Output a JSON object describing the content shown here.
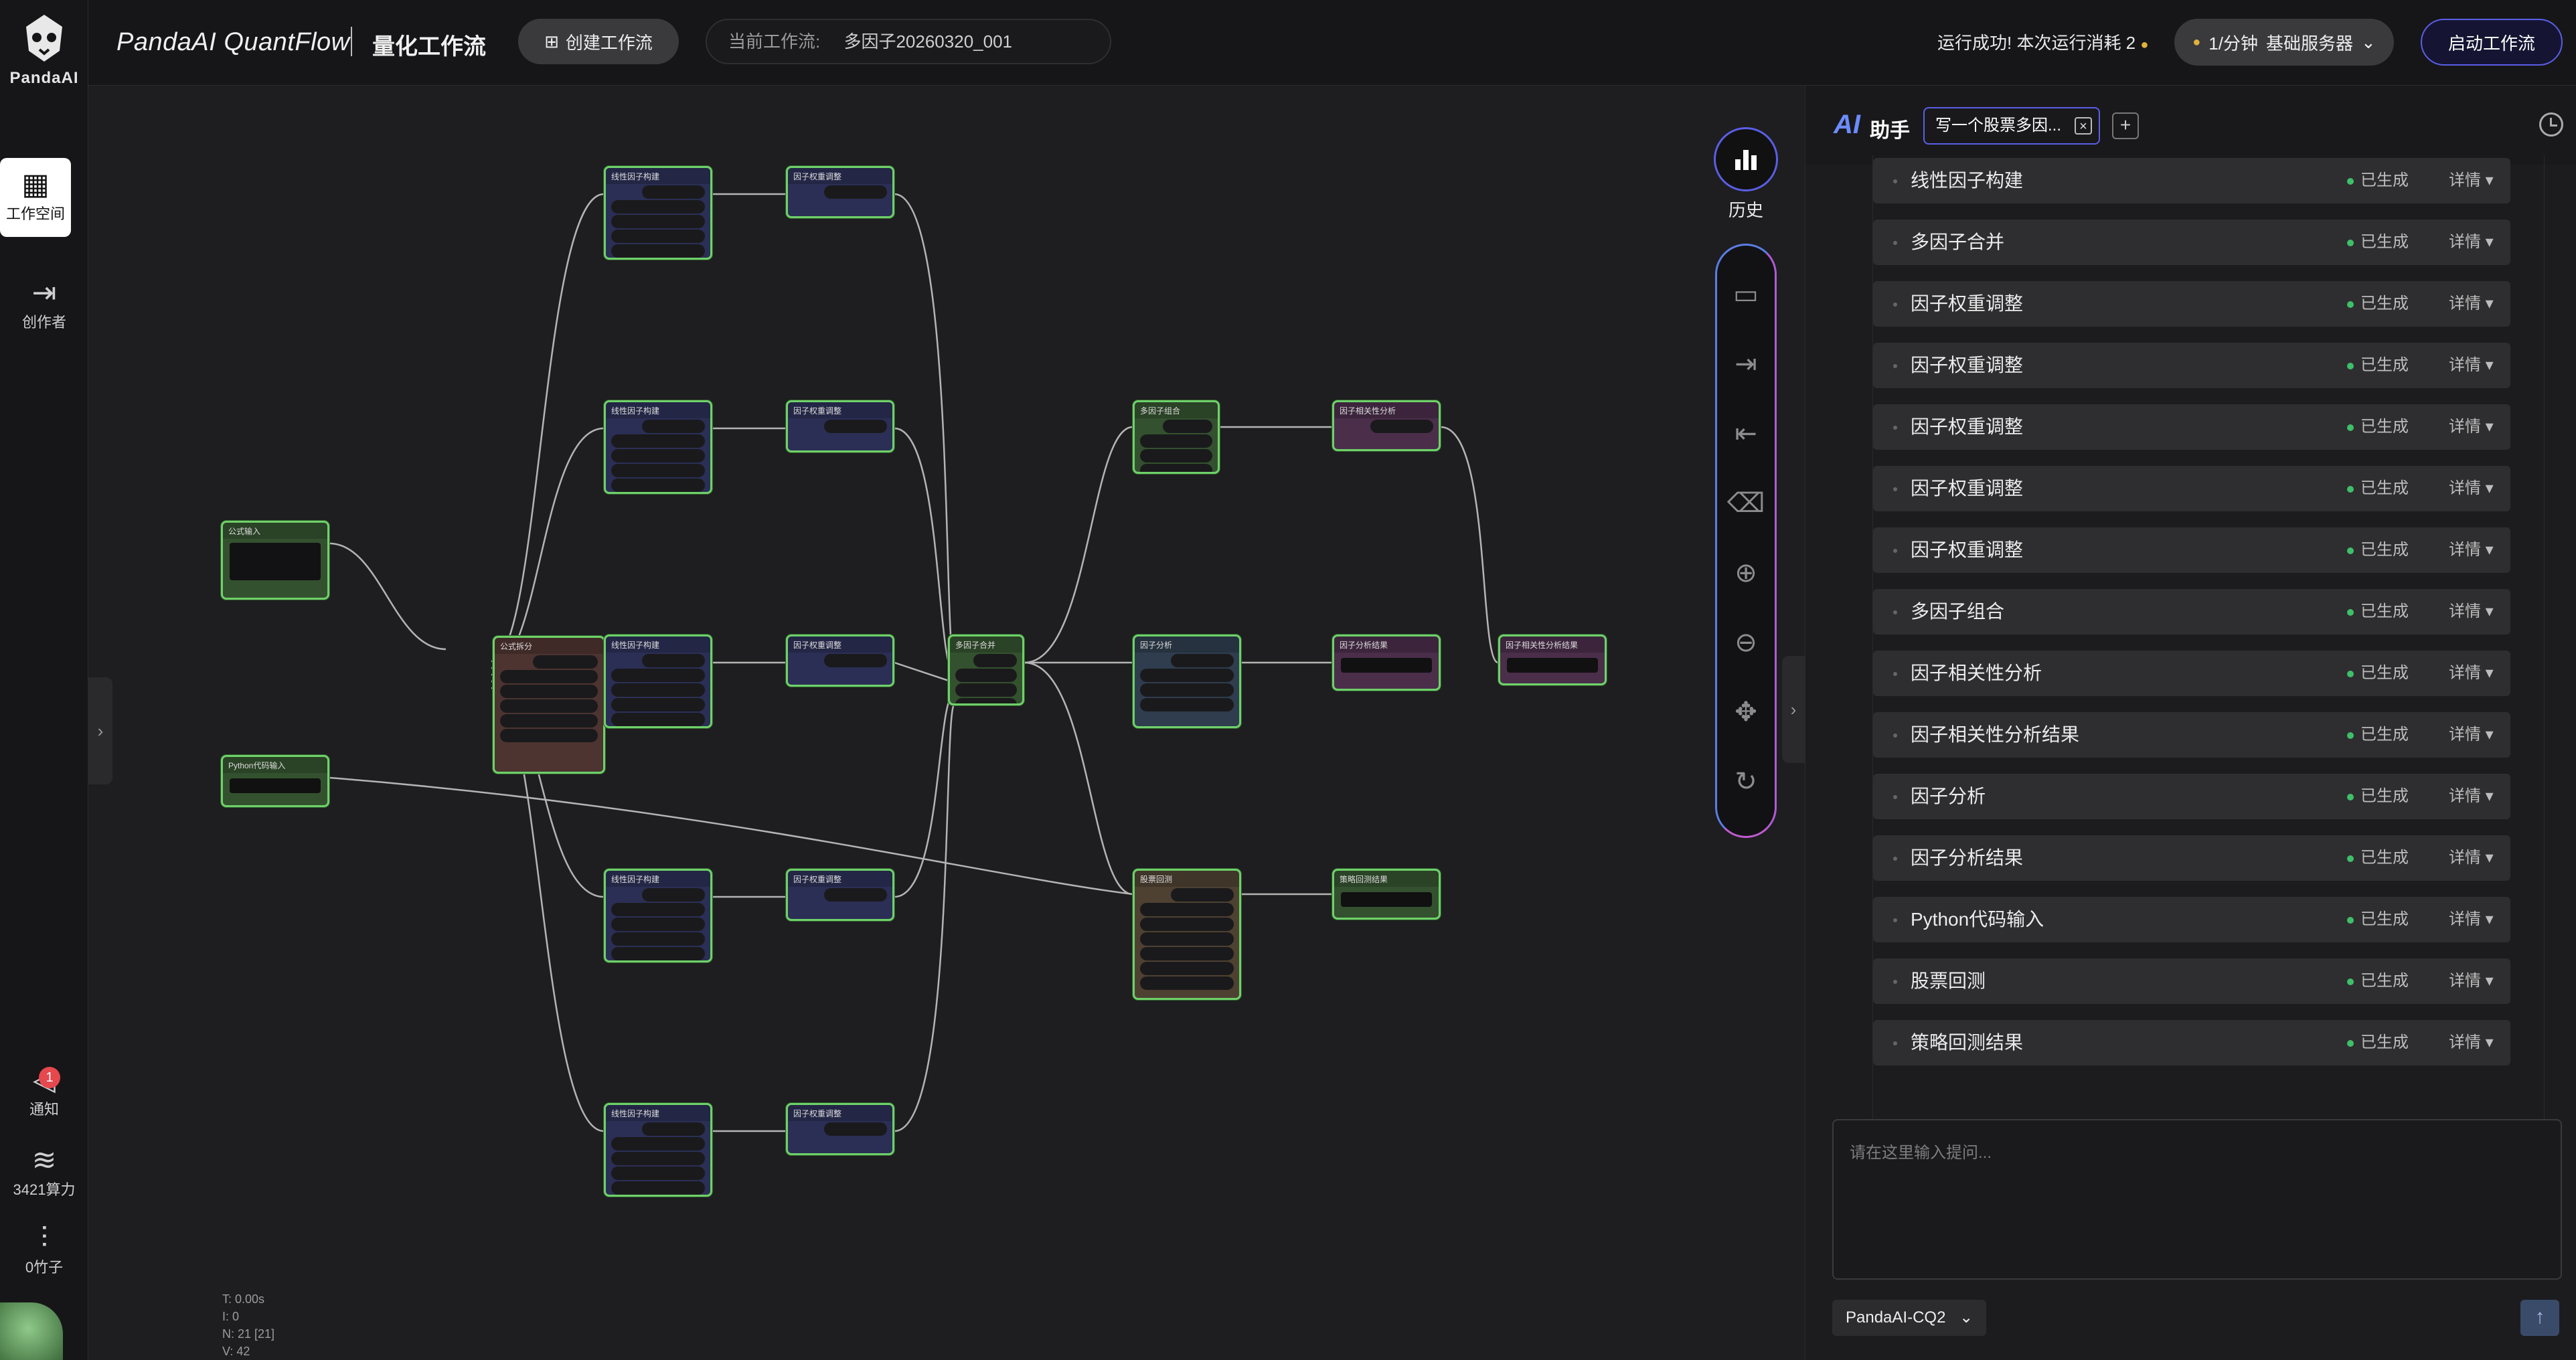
{
  "rail": {
    "brand": "PandaAI",
    "workspace_label": "工作空间",
    "creator_label": "创作者",
    "notify_label": "通知",
    "notify_count": "1",
    "compute_label": "3421算力",
    "bamboo_label": "0竹子"
  },
  "topbar": {
    "app_title": "PandaAI QuantFlow",
    "app_sub": "量化工作流",
    "create_label": "创建工作流",
    "current_wf_label": "当前工作流:",
    "current_wf_value": "多因子20260320_001",
    "run_status": "运行成功! 本次运行消耗 2",
    "server_rate": "1/分钟",
    "server_name": "基础服务器",
    "start_label": "启动工作流"
  },
  "canvas": {
    "history_label": "历史",
    "stats": [
      "T: 0.00s",
      "I: 0",
      "N: 21 [21]",
      "V: 42"
    ],
    "nodes": [
      {
        "id": "formula_in",
        "title": "公式输入",
        "color": "n-green"
      },
      {
        "id": "formula_split",
        "title": "公式拆分",
        "color": "n-red"
      },
      {
        "id": "python_in",
        "title": "Python代码输入",
        "color": "n-green"
      },
      {
        "id": "lf1",
        "title": "线性因子构建",
        "color": "n-blue"
      },
      {
        "id": "lf2",
        "title": "线性因子构建",
        "color": "n-blue"
      },
      {
        "id": "lf3",
        "title": "线性因子构建",
        "color": "n-blue"
      },
      {
        "id": "lf4",
        "title": "线性因子构建",
        "color": "n-blue"
      },
      {
        "id": "lf5",
        "title": "线性因子构建",
        "color": "n-blue"
      },
      {
        "id": "w1",
        "title": "因子权重调整",
        "color": "n-blue"
      },
      {
        "id": "w2",
        "title": "因子权重调整",
        "color": "n-blue"
      },
      {
        "id": "w3",
        "title": "因子权重调整",
        "color": "n-blue"
      },
      {
        "id": "w4",
        "title": "因子权重调整",
        "color": "n-blue"
      },
      {
        "id": "w5",
        "title": "因子权重调整",
        "color": "n-blue"
      },
      {
        "id": "merge",
        "title": "多因子合并",
        "color": "n-green"
      },
      {
        "id": "combo",
        "title": "多因子组合",
        "color": "n-green"
      },
      {
        "id": "corr",
        "title": "因子相关性分析",
        "color": "n-purple"
      },
      {
        "id": "analysis",
        "title": "因子分析",
        "color": "n-teal"
      },
      {
        "id": "analysis_res",
        "title": "因子分析结果",
        "color": "n-purple"
      },
      {
        "id": "corr_res",
        "title": "因子相关性分析结果",
        "color": "n-purple"
      },
      {
        "id": "backtest",
        "title": "股票回测",
        "color": "n-brown"
      },
      {
        "id": "backtest_res",
        "title": "策略回测结果",
        "color": "n-green"
      }
    ]
  },
  "panel": {
    "assistant_label": "助手",
    "chat_tab": "写一个股票多因...",
    "items": [
      {
        "name": "线性因子构建",
        "status": "已生成",
        "detail": "详情 ▾"
      },
      {
        "name": "多因子合并",
        "status": "已生成",
        "detail": "详情 ▾"
      },
      {
        "name": "因子权重调整",
        "status": "已生成",
        "detail": "详情 ▾"
      },
      {
        "name": "因子权重调整",
        "status": "已生成",
        "detail": "详情 ▾"
      },
      {
        "name": "因子权重调整",
        "status": "已生成",
        "detail": "详情 ▾"
      },
      {
        "name": "因子权重调整",
        "status": "已生成",
        "detail": "详情 ▾"
      },
      {
        "name": "因子权重调整",
        "status": "已生成",
        "detail": "详情 ▾"
      },
      {
        "name": "多因子组合",
        "status": "已生成",
        "detail": "详情 ▾"
      },
      {
        "name": "因子相关性分析",
        "status": "已生成",
        "detail": "详情 ▾"
      },
      {
        "name": "因子相关性分析结果",
        "status": "已生成",
        "detail": "详情 ▾"
      },
      {
        "name": "因子分析",
        "status": "已生成",
        "detail": "详情 ▾"
      },
      {
        "name": "因子分析结果",
        "status": "已生成",
        "detail": "详情 ▾"
      },
      {
        "name": "Python代码输入",
        "status": "已生成",
        "detail": "详情 ▾"
      },
      {
        "name": "股票回测",
        "status": "已生成",
        "detail": "详情 ▾"
      },
      {
        "name": "策略回测结果",
        "status": "已生成",
        "detail": "详情 ▾"
      }
    ],
    "input_placeholder": "请在这里输入提问...",
    "model": "PandaAI-CQ2"
  }
}
